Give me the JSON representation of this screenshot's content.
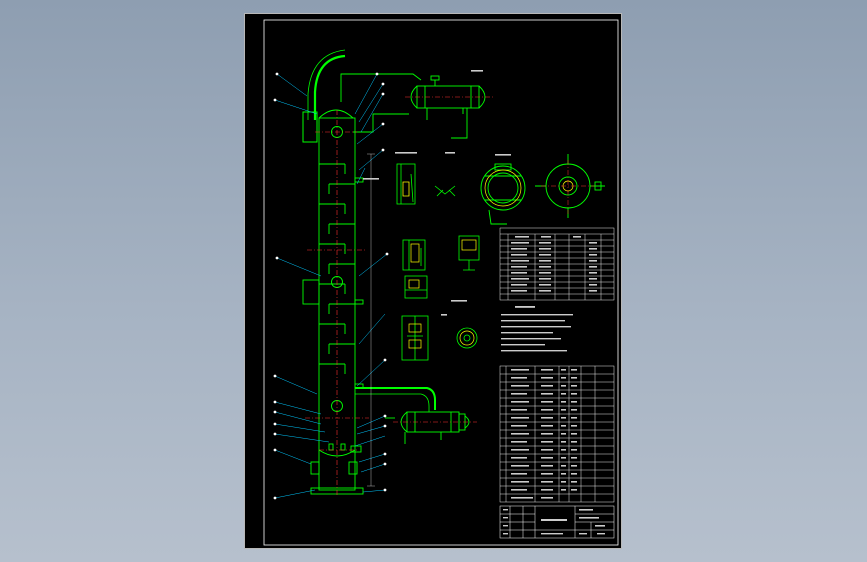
{
  "colors": {
    "background": "#9aa8b8",
    "sheet": "#000000",
    "frame": "#ffffff",
    "equipment": "#00ff00",
    "leader": "#00c8ff",
    "centerline": "#ff3030",
    "highlight": "#ffff00",
    "text": "#e8e8e8"
  },
  "drawing": {
    "type": "cad-assembly-drawing",
    "views": [
      "column-elevation",
      "top-condenser",
      "bottom-reboiler",
      "detail-views",
      "section-views"
    ]
  }
}
